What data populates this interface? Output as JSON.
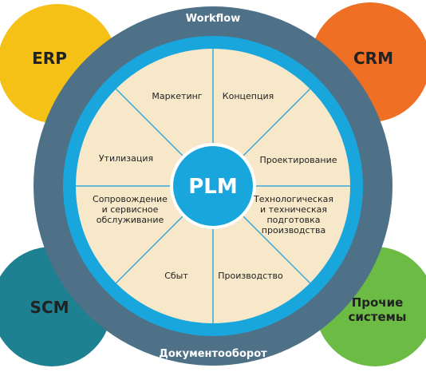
{
  "colors": {
    "erp": "#f5c116",
    "crm": "#ef6f24",
    "scm": "#1d8192",
    "other": "#6cbb45",
    "outer_ring": "#4f7188",
    "inner_ring": "#18a6dc",
    "wheel_fill": "#f7e8c9",
    "spoke": "#3aa7d8",
    "hub": "#18a6dc"
  },
  "corners": {
    "erp": "ERP",
    "crm": "CRM",
    "scm": "SCM",
    "other_line1": "Прочие",
    "other_line2": "системы"
  },
  "ring": {
    "top": "Workflow",
    "bottom": "Документооборот"
  },
  "center": "PLM",
  "segments": {
    "marketing": "Маркетинг",
    "concept": "Концепция",
    "design": "Проектирование",
    "tech_1": "Технологическая",
    "tech_2": "и техническая",
    "tech_3": "подготовка",
    "tech_4": "производства",
    "production": "Производство",
    "sales": "Сбыт",
    "support_1": "Сопровождение",
    "support_2": "и сервисное",
    "support_3": "обслуживание",
    "disposal": "Утилизация"
  }
}
